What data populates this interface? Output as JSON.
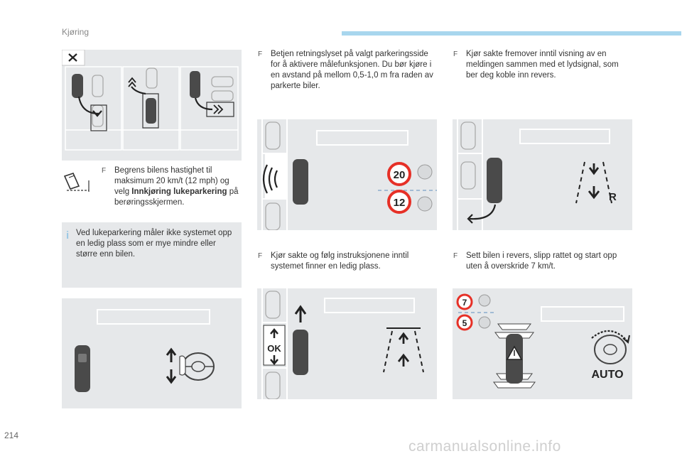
{
  "header": {
    "section": "Kjøring"
  },
  "page_number": "214",
  "watermark": "carmanualsonline.info",
  "col1": {
    "step_text_pre": "Begrens bilens hastighet til maksimum 20 km/t (12 mph) og velg ",
    "step_text_bold": "Innkjøring lukeparkering",
    "step_text_post": " på berøringsskjermen.",
    "note_icon": "i",
    "note_text": "Ved lukeparkering måler ikke systemet opp en ledig plass som er mye mindre eller større enn bilen."
  },
  "col2": {
    "step1": "Betjen retningslyset på valgt parkeringsside for å aktivere målefunksjonen. Du bør kjøre i en avstand på mellom 0,5-1,0 m fra raden av parkerte biler.",
    "speed_top": "20",
    "speed_bottom": "12",
    "step2": "Kjør sakte og følg instruksjonene inntil systemet finner en ledig plass.",
    "ok_label": "OK"
  },
  "col3": {
    "step1": "Kjør sakte fremover inntil visning av en meldingen sammen med et lydsignal, som ber deg koble inn revers.",
    "reverse_label": "R",
    "step2": "Sett bilen i revers, slipp rattet og start opp uten å overskride 7 km/t.",
    "speed_top": "7",
    "speed_bottom": "5",
    "auto_label": "AUTO"
  },
  "bullet_mark": "F",
  "colors": {
    "accent": "#a8d6ee",
    "panel": "#e6e8ea",
    "speed_red": "#e63027",
    "text": "#333333"
  },
  "icons": [
    "close-icon",
    "parking-mode-icon",
    "info-icon",
    "steering-wheel-icon",
    "sensor-waves-icon",
    "arrow-icon",
    "warning-icon",
    "rotate-icon"
  ]
}
